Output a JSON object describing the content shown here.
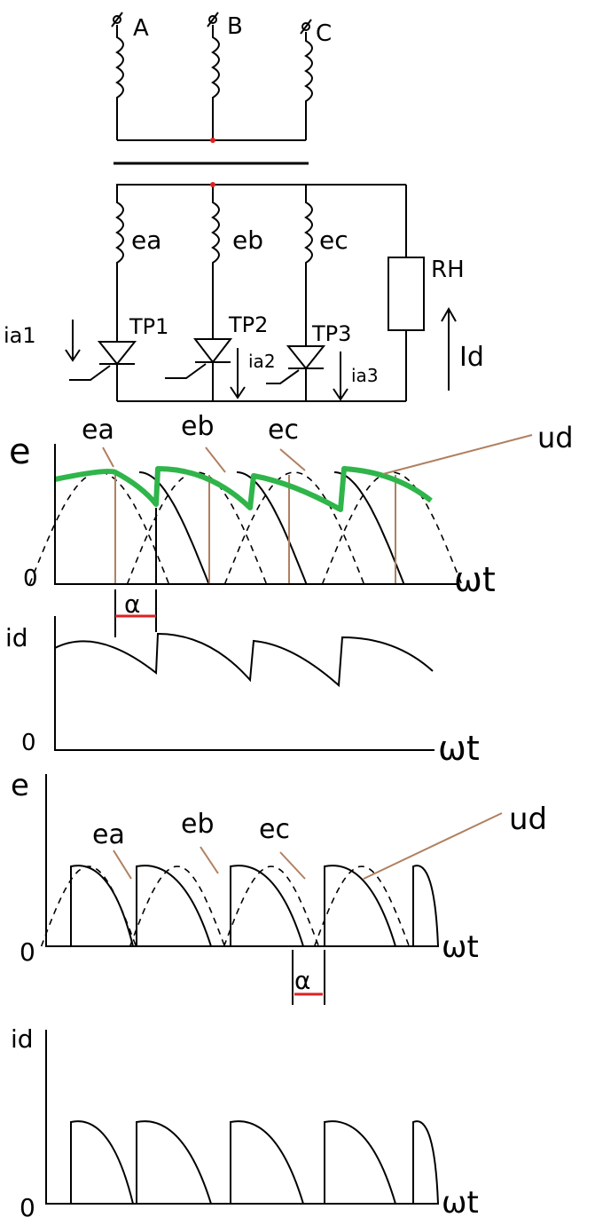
{
  "circuit": {
    "phase_a": "A",
    "phase_b": "B",
    "phase_c": "C",
    "emf_a": "ea",
    "emf_b": "eb",
    "emf_c": "ec",
    "thyristor_1": "TP1",
    "thyristor_2": "TP2",
    "thyristor_3": "TP3",
    "load": "RH",
    "current_1": "ia1",
    "current_2": "ia2",
    "current_3": "ia3",
    "dc_current": "Id"
  },
  "plot1": {
    "y_label": "e",
    "origin": "0",
    "x_label": "ωt",
    "curve_a": "ea",
    "curve_b": "eb",
    "curve_c": "ec",
    "output": "ud",
    "angle": "α"
  },
  "plot2": {
    "y_label": "id",
    "origin": "0",
    "x_label": "ωt"
  },
  "plot3": {
    "y_label": "e",
    "origin": "0",
    "x_label": "ωt",
    "curve_a": "ea",
    "curve_b": "eb",
    "curve_c": "ec",
    "output": "ud",
    "angle": "α"
  },
  "plot4": {
    "y_label": "id",
    "origin": "0",
    "x_label": "ωt"
  },
  "colors": {
    "output_curve": "#2fb54a",
    "guides": "#b08060",
    "angle_mark": "#e02020"
  }
}
